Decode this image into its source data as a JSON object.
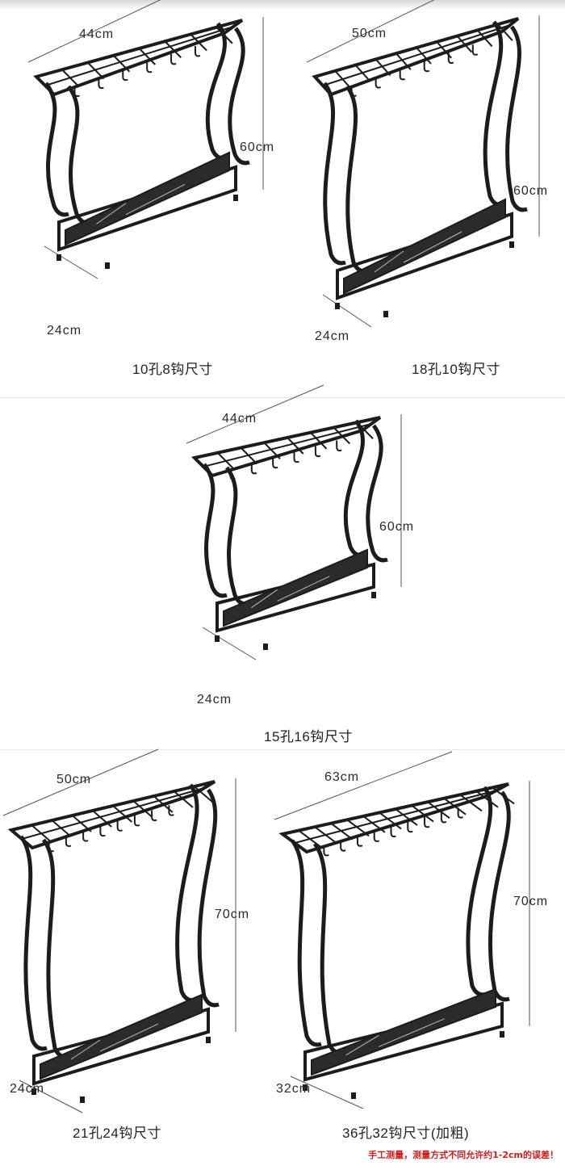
{
  "products": [
    {
      "width": "44cm",
      "height": "60cm",
      "depth": "24cm",
      "caption": "10孔8钩尺寸"
    },
    {
      "width": "50cm",
      "height": "60cm",
      "depth": "24cm",
      "caption": "18孔10钩尺寸"
    },
    {
      "width": "44cm",
      "height": "60cm",
      "depth": "24cm",
      "caption": "15孔16钩尺寸"
    },
    {
      "width": "50cm",
      "height": "70cm",
      "depth": "24cm",
      "caption": "21孔24钩尺寸"
    },
    {
      "width": "63cm",
      "height": "70cm",
      "depth": "32cm",
      "caption": "36孔32钩尺寸(加粗)"
    }
  ],
  "note": "手工测量，测量方式不同允许约1-2cm的误差！",
  "colors": {
    "frame": "#1c1c1c",
    "tray": "#2b2b2b",
    "note": "#d21b1b"
  }
}
